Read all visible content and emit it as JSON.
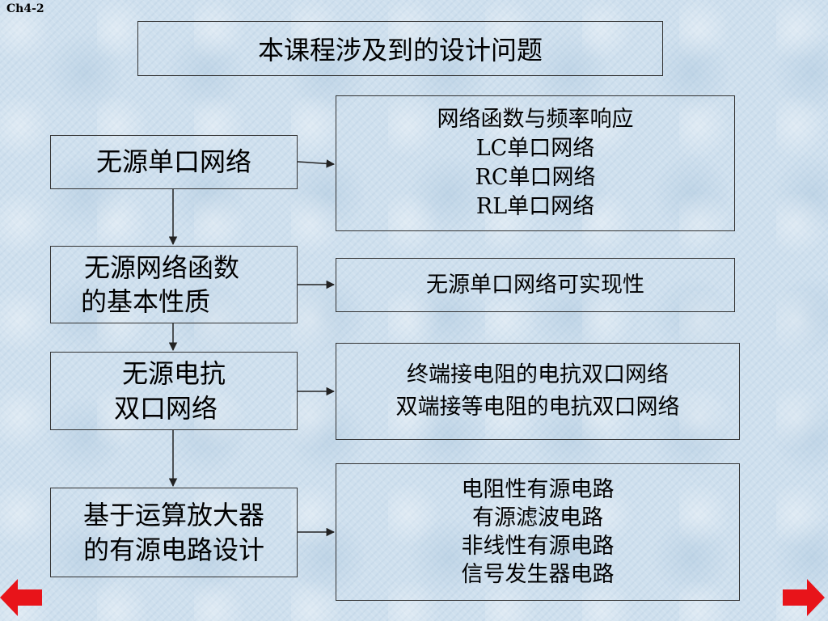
{
  "slide": {
    "label": "Ch4-2",
    "title": "本课程涉及到的设计问题"
  },
  "left_items": [
    {
      "lines": [
        "无源单口网络"
      ]
    },
    {
      "lines": [
        "无源网络函数",
        "的基本性质"
      ]
    },
    {
      "lines": [
        "无源电抗",
        "双口网络"
      ]
    },
    {
      "lines": [
        "基于运算放大器",
        "的有源电路设计"
      ]
    }
  ],
  "right_items": [
    {
      "lines": [
        "网络函数与频率响应",
        "LC单口网络",
        "RC单口网络",
        "RL单口网络"
      ]
    },
    {
      "lines": [
        "无源单口网络可实现性"
      ]
    },
    {
      "lines": [
        "终端接电阻的电抗双口网络",
        "双端接等电阻的电抗双口网络"
      ]
    },
    {
      "lines": [
        "电阻性有源电路",
        "有源滤波电路",
        "非线性有源电路",
        "信号发生器电路"
      ]
    }
  ],
  "navigation": {
    "previous_icon": "arrow-left-icon",
    "next_icon": "arrow-right-icon",
    "arrow_color": "#e8141a"
  }
}
